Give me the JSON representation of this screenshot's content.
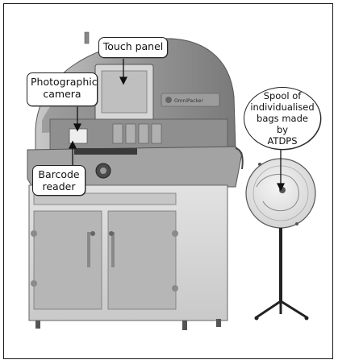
{
  "labels": {
    "touch_panel": "Touch panel",
    "photographic_camera": [
      "Photographic",
      "camera"
    ],
    "barcode_reader": [
      "Barcode",
      "reader"
    ],
    "spool": [
      "Spool of",
      "individualised",
      "bags made by",
      "ATDPS"
    ]
  },
  "machine_brand": "OmniPacker",
  "colors": {
    "frame": "#1a1a1a",
    "body_light": "#d9d9d9",
    "body_mid": "#a9a9a9",
    "body_dark": "#5a5a5a",
    "panel": "#bdbdbd"
  }
}
